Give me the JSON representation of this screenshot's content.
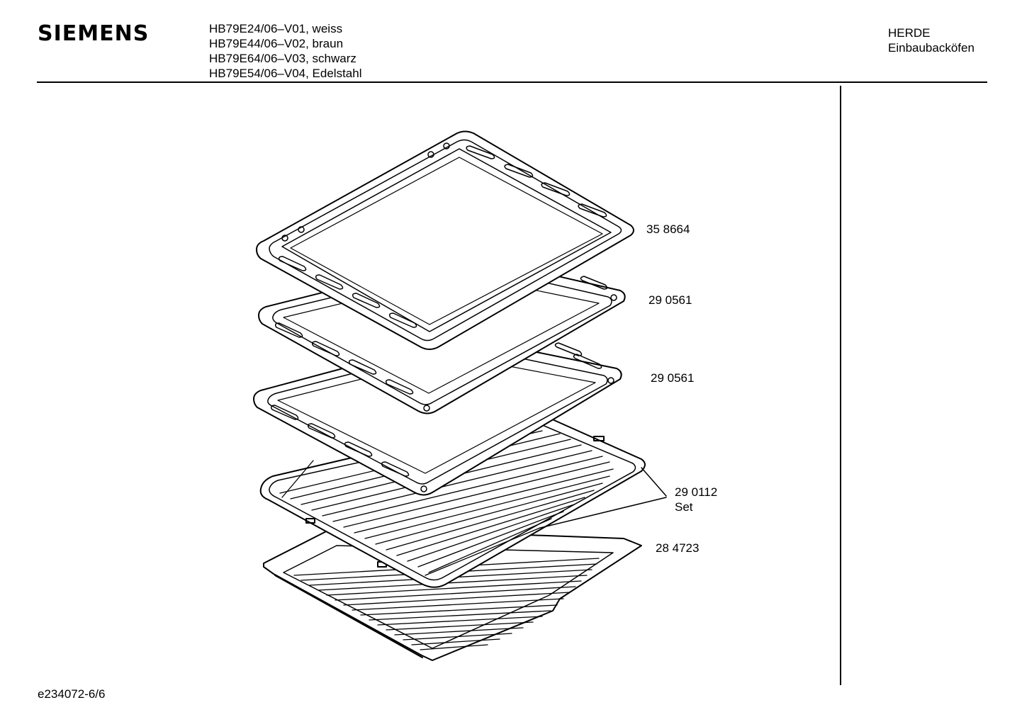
{
  "header": {
    "brand": "SIEMENS",
    "models": [
      "HB79E24/06–V01, weiss",
      "HB79E44/06–V02, braun",
      "HB79E64/06–V03, schwarz",
      "HB79E54/06–V04, Edelstahl"
    ],
    "category_line1": "HERDE",
    "category_line2": "Einbaubacköfen"
  },
  "parts": [
    {
      "number": "35 8664"
    },
    {
      "number": "29 0561"
    },
    {
      "number": "29 0561"
    },
    {
      "number": "29 0112",
      "note": "Set"
    },
    {
      "number": "28 4723"
    }
  ],
  "footer": {
    "document_id": "e234072-6/6"
  }
}
